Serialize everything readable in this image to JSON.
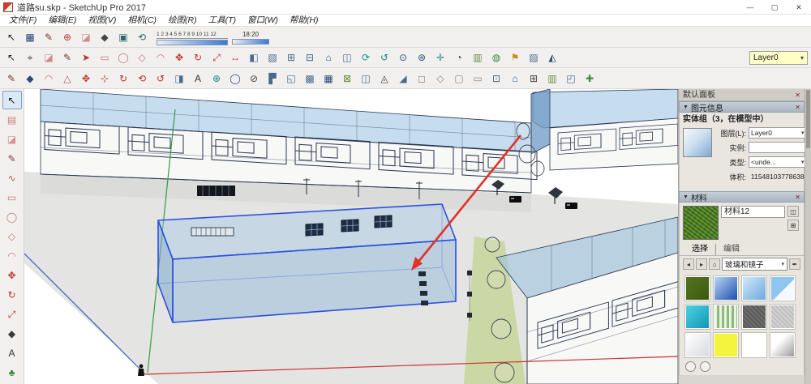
{
  "colors": {
    "selection_blue": "#2b4fe0",
    "glass_fill": "rgba(151,193,226,0.55)",
    "arrow_red": "#e03226",
    "ground": "#e4e4e2",
    "grass": "#cbd7a4",
    "axis_green": "#2f9e3e",
    "axis_blue": "#3a56d4",
    "axis_red": "#d03030",
    "wire": "#2a3550",
    "layer_field_bg": "#ffffc8"
  },
  "window": {
    "title": "道路su.skp - SketchUp Pro 2017",
    "minimize": "—",
    "maximize": "▢",
    "close": "✕"
  },
  "glyphs": {
    "dropdown": "▾",
    "triangle": "▼",
    "close": "✕",
    "back": "◂",
    "forward": "▸",
    "home": "⌂",
    "pane": "◫",
    "plus": "⊞",
    "dropper": "✒"
  },
  "menu": {
    "items": [
      {
        "label": "文件(F)"
      },
      {
        "label": "编辑(E)"
      },
      {
        "label": "视图(V)"
      },
      {
        "label": "相机(C)"
      },
      {
        "label": "绘图(R)"
      },
      {
        "label": "工具(T)"
      },
      {
        "label": "窗口(W)"
      },
      {
        "label": "帮助(H)"
      }
    ]
  },
  "toolbars": {
    "shadows": {
      "ruler": "1 2 3 4 5 6 7 8 9 10 11 12",
      "time": "18:20"
    },
    "layer_value": "Layer0",
    "row1": [
      {
        "g": "↖",
        "c": "#222222"
      },
      {
        "g": "▦",
        "c": "#2a4a7a"
      },
      {
        "g": "✎",
        "c": "#7a3a2a"
      },
      {
        "g": "⊕",
        "c": "#b83a2a"
      },
      {
        "g": "◪",
        "c": "#d08a8a"
      },
      {
        "g": "◆",
        "c": "#444444"
      },
      {
        "g": "▣",
        "c": "#2a6a6a"
      },
      {
        "g": "⟲",
        "c": "#2a6a6a"
      }
    ],
    "row2": [
      {
        "g": "↖",
        "c": "#222222"
      },
      {
        "g": "⌖",
        "c": "#444444"
      },
      {
        "g": "◪",
        "c": "#d08a8a"
      },
      {
        "g": "✎",
        "c": "#7a3a2a"
      },
      {
        "g": "➤",
        "c": "#a83a2a"
      },
      {
        "g": "▭",
        "c": "#c87878"
      },
      {
        "g": "◯",
        "c": "#c87878"
      },
      {
        "g": "◇",
        "c": "#c87878"
      },
      {
        "g": "◠",
        "c": "#c87878"
      },
      {
        "g": "✥",
        "c": "#c03028"
      },
      {
        "g": "↻",
        "c": "#c03028"
      },
      {
        "g": "⤢",
        "c": "#c03028"
      },
      {
        "g": "↔",
        "c": "#c03028"
      },
      {
        "g": "◧",
        "c": "#4a6a8a"
      },
      {
        "g": "▧",
        "c": "#4a6a8a"
      },
      {
        "g": "⊞",
        "c": "#4a6a8a"
      },
      {
        "g": "⊟",
        "c": "#4a6a8a"
      },
      {
        "g": "⌂",
        "c": "#2a5a8a"
      },
      {
        "g": "◫",
        "c": "#4a6a8a"
      },
      {
        "g": "⟳",
        "c": "#1a8a8a"
      },
      {
        "g": "↺",
        "c": "#1a8a8a"
      },
      {
        "g": "⊙",
        "c": "#2a4a7a"
      },
      {
        "g": "⊛",
        "c": "#2a4a7a"
      },
      {
        "g": "✛",
        "c": "#1a8a8a"
      },
      {
        "g": "◔",
        "c": "#444444"
      },
      {
        "g": "▥",
        "c": "#6a8a3a"
      },
      {
        "g": "◍",
        "c": "#3a8a3a"
      },
      {
        "g": "⚑",
        "c": "#c89018"
      },
      {
        "g": "▨",
        "c": "#4a6a8a"
      },
      {
        "g": "◭",
        "c": "#2a4a7a"
      }
    ],
    "row3": [
      {
        "g": "✎",
        "c": "#7a3a2a"
      },
      {
        "g": "◆",
        "c": "#2a4a7a"
      },
      {
        "g": "◠",
        "c": "#c87878"
      },
      {
        "g": "△",
        "c": "#b06060"
      },
      {
        "g": "✥",
        "c": "#c03028"
      },
      {
        "g": "⊹",
        "c": "#c03028"
      },
      {
        "g": "↻",
        "c": "#c03028"
      },
      {
        "g": "⟲",
        "c": "#c03028"
      },
      {
        "g": "↺",
        "c": "#c03028"
      },
      {
        "g": "◨",
        "c": "#4a6a8a"
      },
      {
        "g": "A",
        "c": "#333333"
      },
      {
        "g": "⊕",
        "c": "#1a8a8a"
      },
      {
        "g": "◯",
        "c": "#2a4a7a"
      },
      {
        "g": "⊘",
        "c": "#444444"
      },
      {
        "g": "▛",
        "c": "#4a6a8a"
      },
      {
        "g": "◱",
        "c": "#4a6a8a"
      },
      {
        "g": "▩",
        "c": "#4a6a8a"
      },
      {
        "g": "▦",
        "c": "#2a4a7a"
      },
      {
        "g": "⊠",
        "c": "#6a8a3a"
      },
      {
        "g": "◫",
        "c": "#4a6a8a"
      },
      {
        "g": "◬",
        "c": "#444444"
      },
      {
        "g": "◢",
        "c": "#4a6a8a"
      },
      {
        "g": "◻",
        "c": "#888888"
      },
      {
        "g": "◇",
        "c": "#888888"
      },
      {
        "g": "▢",
        "c": "#888888"
      },
      {
        "g": "▭",
        "c": "#888888"
      },
      {
        "g": "⊡",
        "c": "#4a6a8a"
      },
      {
        "g": "⌂",
        "c": "#2a5a8a"
      },
      {
        "g": "⊞",
        "c": "#444444"
      },
      {
        "g": "▥",
        "c": "#6a8a3a"
      },
      {
        "g": "◰",
        "c": "#4a6a8a"
      },
      {
        "g": "✚",
        "c": "#3a8a3a"
      }
    ],
    "left_tools": [
      {
        "g": "↖",
        "c": "#111111",
        "active": true
      },
      {
        "g": "▤",
        "c": "#cf7d7d"
      },
      {
        "g": "◪",
        "c": "#d99090"
      },
      {
        "g": "✎",
        "c": "#8a3a3a"
      },
      {
        "g": "∿",
        "c": "#b06060"
      },
      {
        "g": "▭",
        "c": "#c87878"
      },
      {
        "g": "◯",
        "c": "#c87878"
      },
      {
        "g": "◇",
        "c": "#c87878"
      },
      {
        "g": "◠",
        "c": "#c87878"
      },
      {
        "g": "✥",
        "c": "#c03028"
      },
      {
        "g": "↻",
        "c": "#c03028"
      },
      {
        "g": "⤢",
        "c": "#c03028"
      },
      {
        "g": "◆",
        "c": "#3a3a3a"
      },
      {
        "g": "A",
        "c": "#333333"
      },
      {
        "g": "♣",
        "c": "#3a8a3a"
      }
    ]
  },
  "panel": {
    "title": "默认面板",
    "entity_info": {
      "header": "图元信息",
      "summary": "实体组（3，在模型中）",
      "fields": [
        {
          "label": "图层(L):",
          "value": "Layer0",
          "type": "select"
        },
        {
          "label": "实例:",
          "value": "",
          "type": "input"
        },
        {
          "label": "类型:",
          "value": "<unde...",
          "type": "select"
        },
        {
          "label": "体积:",
          "value": "11548103778638",
          "type": "text"
        }
      ]
    },
    "materials": {
      "header": "材料",
      "name": "材料12",
      "tabs": [
        {
          "label": "选择",
          "active": true
        },
        {
          "label": "编辑"
        }
      ],
      "collection": "玻璃和镜子",
      "swatches": [
        "linear-gradient(135deg,#55741e,#3c5a10)",
        "linear-gradient(135deg,#b9d6f6,#1d4fae)",
        "linear-gradient(135deg,#d3e8fa,#6ea9dd)",
        "linear-gradient(135deg,#8ec6f0 55%,#f4faff 55%)",
        "linear-gradient(135deg,#4ed2e4,#0f96b4)",
        "repeating-linear-gradient(90deg,#e9f3e2 0 3px,#8cb97c 3px 6px)",
        "repeating-linear-gradient(45deg,#6e6e6e 0 2px,#5a5a5a 2px 4px)",
        "repeating-linear-gradient(45deg,#d2d2d2 0 2px,#bfbfbf 2px 4px)",
        "linear-gradient(135deg,#ffffff,#d7dce1)",
        "#f4f43e",
        "#ffffff",
        "linear-gradient(135deg,#ffffff 35%,#9b9b9b)"
      ]
    }
  }
}
